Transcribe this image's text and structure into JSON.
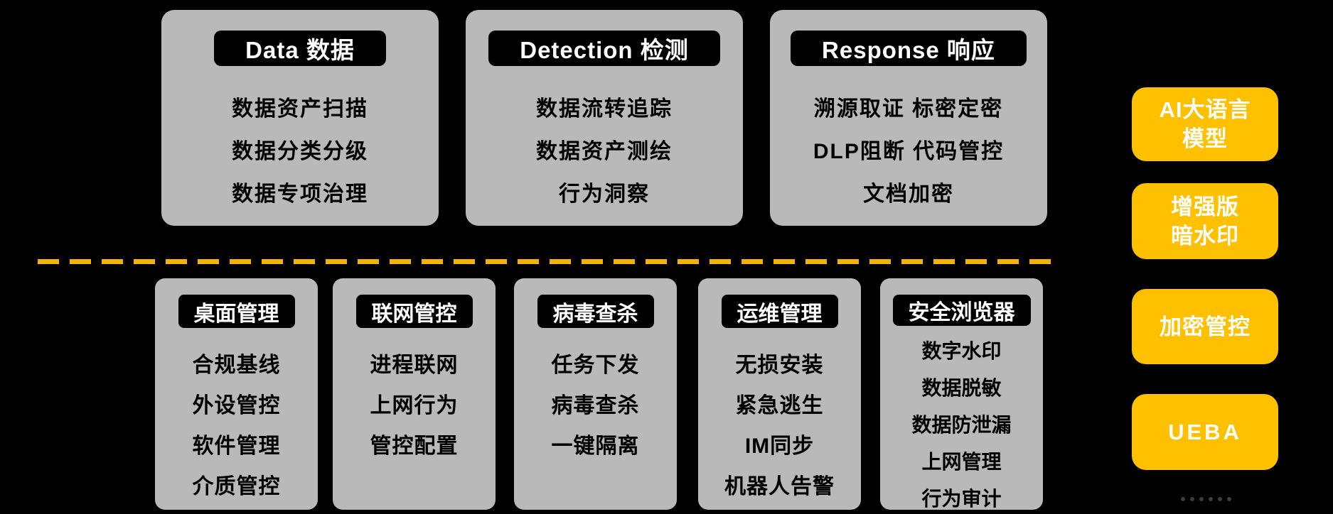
{
  "colors": {
    "background": "#000000",
    "card_gray": "#b9b9b9",
    "header_black": "#000000",
    "accent_gold": "#FFC000",
    "divider_gold": "#F5B301",
    "dot_gray": "#3d3d3d",
    "text_white": "#ffffff",
    "text_black": "#000000"
  },
  "top_cards": [
    {
      "title": "Data 数据",
      "items": [
        "数据资产扫描",
        "数据分类分级",
        "数据专项治理"
      ]
    },
    {
      "title": "Detection 检测",
      "items": [
        "数据流转追踪",
        "数据资产测绘",
        "行为洞察"
      ]
    },
    {
      "title": "Response 响应",
      "items": [
        "溯源取证 标密定密",
        "DLP阻断 代码管控",
        "文档加密"
      ]
    }
  ],
  "bottom_cards": [
    {
      "title": "桌面管理",
      "items": [
        "合规基线",
        "外设管控",
        "软件管理",
        "介质管控"
      ]
    },
    {
      "title": "联网管控",
      "items": [
        "进程联网",
        "上网行为",
        "管控配置"
      ]
    },
    {
      "title": "病毒查杀",
      "items": [
        "任务下发",
        "病毒查杀",
        "一键隔离"
      ]
    },
    {
      "title": "运维管理",
      "items": [
        "无损安装",
        "紧急逃生",
        "IM同步",
        "机器人告警"
      ]
    },
    {
      "title": "安全浏览器",
      "items": [
        "数字水印",
        "数据脱敏",
        "数据防泄漏",
        "上网管理",
        "行为审计"
      ]
    }
  ],
  "side_pills": [
    {
      "lines": [
        "AI大语言",
        "模型"
      ]
    },
    {
      "lines": [
        "增强版",
        "暗水印"
      ]
    },
    {
      "lines": [
        "加密管控"
      ]
    },
    {
      "lines": [
        "UEBA"
      ]
    }
  ],
  "pagination": {
    "dot_count": 6
  }
}
